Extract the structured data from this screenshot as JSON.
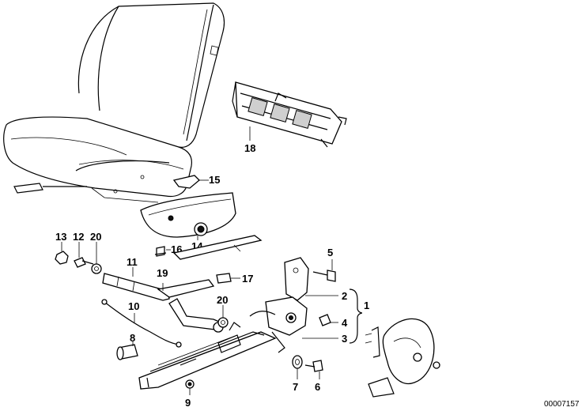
{
  "diagram": {
    "doc_number": "00007157",
    "callouts": {
      "c1": "1",
      "c2": "2",
      "c3": "3",
      "c4": "4",
      "c5": "5",
      "c6": "6",
      "c7": "7",
      "c8": "8",
      "c9": "9",
      "c10": "10",
      "c11": "11",
      "c12": "12",
      "c13": "13",
      "c14": "14",
      "c15": "15",
      "c16": "16",
      "c17": "17",
      "c18": "18",
      "c19": "19",
      "c20a": "20",
      "c20b": "20"
    }
  }
}
